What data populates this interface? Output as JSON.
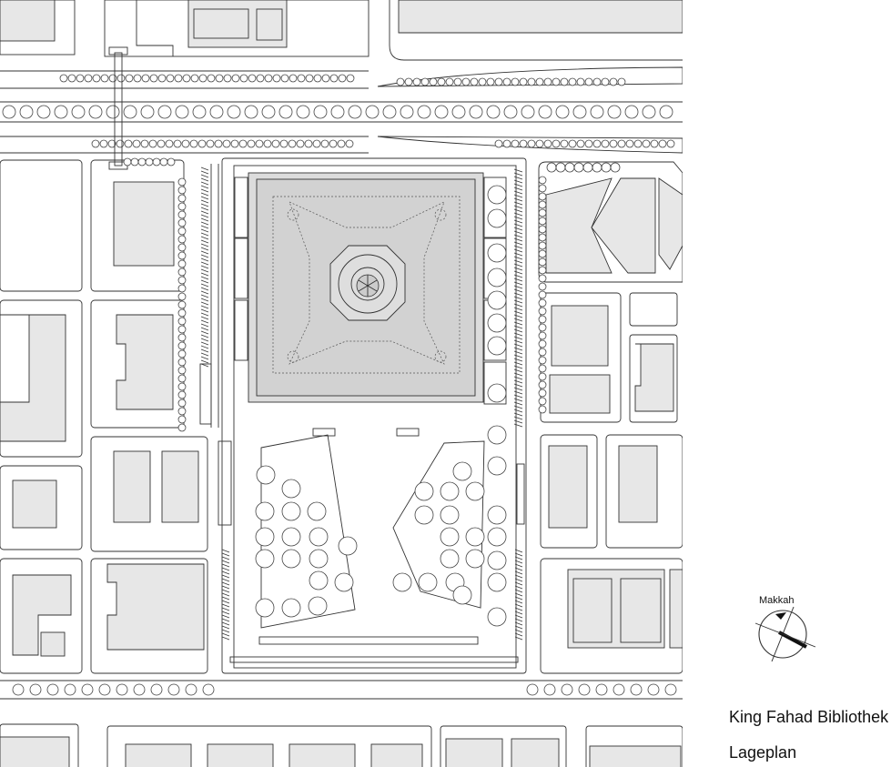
{
  "drawing": {
    "title": "King Fahad Bibliothek",
    "subtitle": "Lageplan",
    "north_arrow_label": "Makkah"
  },
  "colors": {
    "line": "#333333",
    "building_fill": "#e7e7e7",
    "library_roof": "#d6d6d6",
    "background": "#ffffff"
  },
  "icons": {
    "north_arrow": "compass-arrow-icon"
  }
}
